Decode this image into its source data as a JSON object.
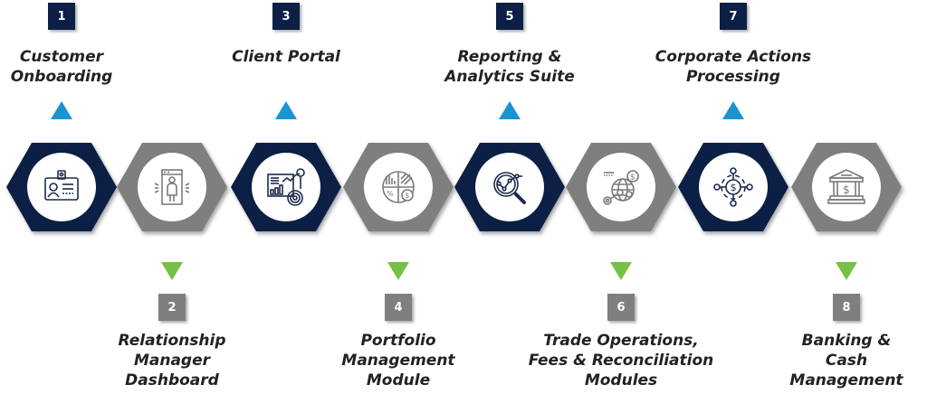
{
  "colors": {
    "navy": "#0c1f45",
    "gray": "#7f7f7f",
    "up_arrow": "#1c93d1",
    "down_arrow": "#76c043",
    "text": "#222222"
  },
  "steps": [
    {
      "number": "1",
      "label_lines": [
        "Customer",
        "Onboarding"
      ],
      "position": "top",
      "style": "navy",
      "icon": "id-badge-icon"
    },
    {
      "number": "2",
      "label_lines": [
        "Relationship",
        "Manager",
        "Dashboard"
      ],
      "position": "bottom",
      "style": "gray",
      "icon": "security-scanner-person-icon"
    },
    {
      "number": "3",
      "label_lines": [
        "Client Portal"
      ],
      "position": "top",
      "style": "navy",
      "icon": "dashboard-chart-icon"
    },
    {
      "number": "4",
      "label_lines": [
        "Portfolio",
        "Management",
        "Module"
      ],
      "position": "bottom",
      "style": "gray",
      "icon": "portfolio-pie-icon"
    },
    {
      "number": "5",
      "label_lines": [
        "Reporting &",
        "Analytics Suite"
      ],
      "position": "top",
      "style": "navy",
      "icon": "magnifier-analytics-icon"
    },
    {
      "number": "6",
      "label_lines": [
        "Trade Operations,",
        "Fees & Reconciliation",
        "Modules"
      ],
      "position": "bottom",
      "style": "gray",
      "icon": "globe-dollar-network-icon"
    },
    {
      "number": "7",
      "label_lines": [
        "Corporate Actions",
        "Processing"
      ],
      "position": "top",
      "style": "navy",
      "icon": "dollar-network-people-icon"
    },
    {
      "number": "8",
      "label_lines": [
        "Banking &",
        "Cash",
        "Management"
      ],
      "position": "bottom",
      "style": "gray",
      "icon": "bank-dollar-icon"
    }
  ]
}
